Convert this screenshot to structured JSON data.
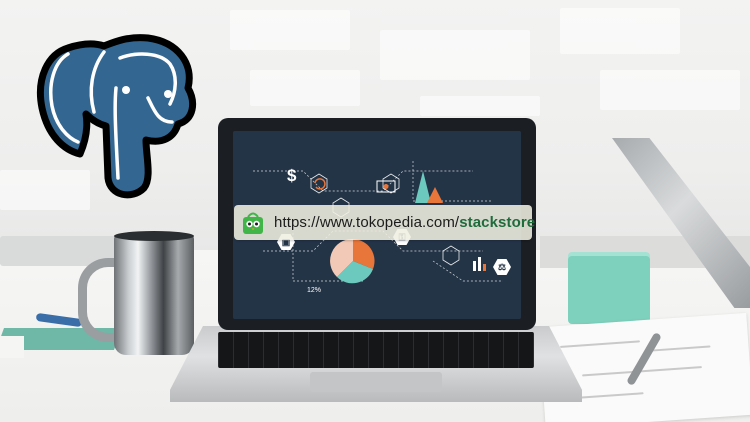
{
  "colors": {
    "logo_blue": "#336791",
    "url_slug": "#1e6b3b",
    "screen_bg": "#243447",
    "speaker": "#7dd1bd",
    "tokopedia_green": "#42b549"
  },
  "icons": [
    "postgresql-elephant-icon",
    "tokopedia-shop-icon",
    "dollar-icon",
    "lock-icon",
    "key-icon",
    "scales-icon",
    "pie-chart-icon",
    "bar-chart-icon"
  ],
  "url": {
    "prefix": "https://www.tokopedia.com/",
    "slug": "stackstore"
  },
  "screen": {
    "dollar_label": "$",
    "percent_label": "12%"
  }
}
